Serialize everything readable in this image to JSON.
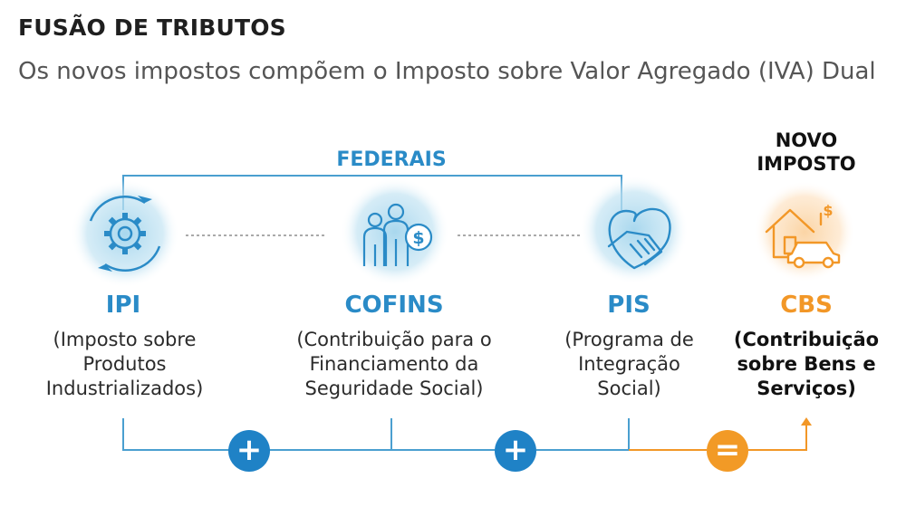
{
  "header": {
    "title": "FUSÃO DE TRIBUTOS",
    "subtitle": "Os novos impostos compõem o Imposto sobre Valor Agregado (IVA) Dual"
  },
  "group_label": "FEDERAIS",
  "new_tax_label": "NOVO IMPOSTO",
  "taxes": [
    {
      "name": "IPI",
      "description": "(Imposto sobre Produtos Industrializados)",
      "icon": "gear-icon"
    },
    {
      "name": "COFINS",
      "description": "(Contribuição para o Financiamento da Seguridade Social)",
      "icon": "people-money-icon"
    },
    {
      "name": "PIS",
      "description": "(Programa de Integração Social)",
      "icon": "handshake-heart-icon"
    },
    {
      "name": "CBS",
      "description": "(Contribuição sobre Bens e Serviços)",
      "icon": "house-car-money-icon"
    }
  ],
  "operators": [
    "+",
    "+",
    "="
  ],
  "colors": {
    "blue": "#2a8bc7",
    "orange": "#f29727",
    "operator_blue": "#1f82c6",
    "text": "#2b2b2b"
  }
}
